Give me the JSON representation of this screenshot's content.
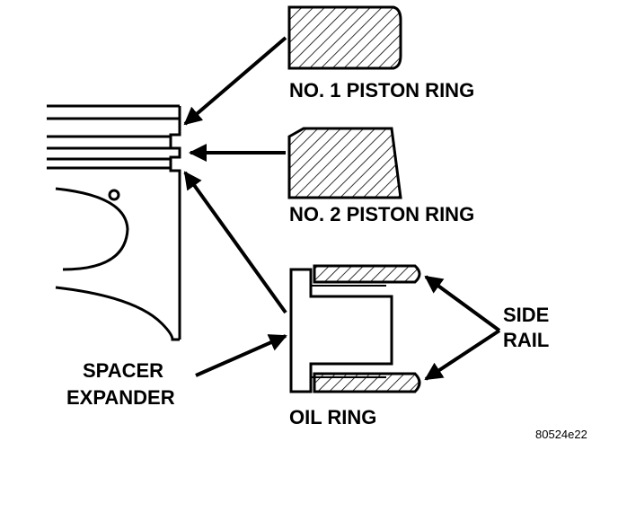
{
  "labels": {
    "ring1": "NO. 1 PISTON RING",
    "ring2": "NO. 2 PISTON RING",
    "side_rail_1": "SIDE",
    "side_rail_2": "RAIL",
    "spacer_1": "SPACER",
    "spacer_2": "EXPANDER",
    "oil_ring": "OIL RING",
    "figure_code": "80524e22"
  }
}
